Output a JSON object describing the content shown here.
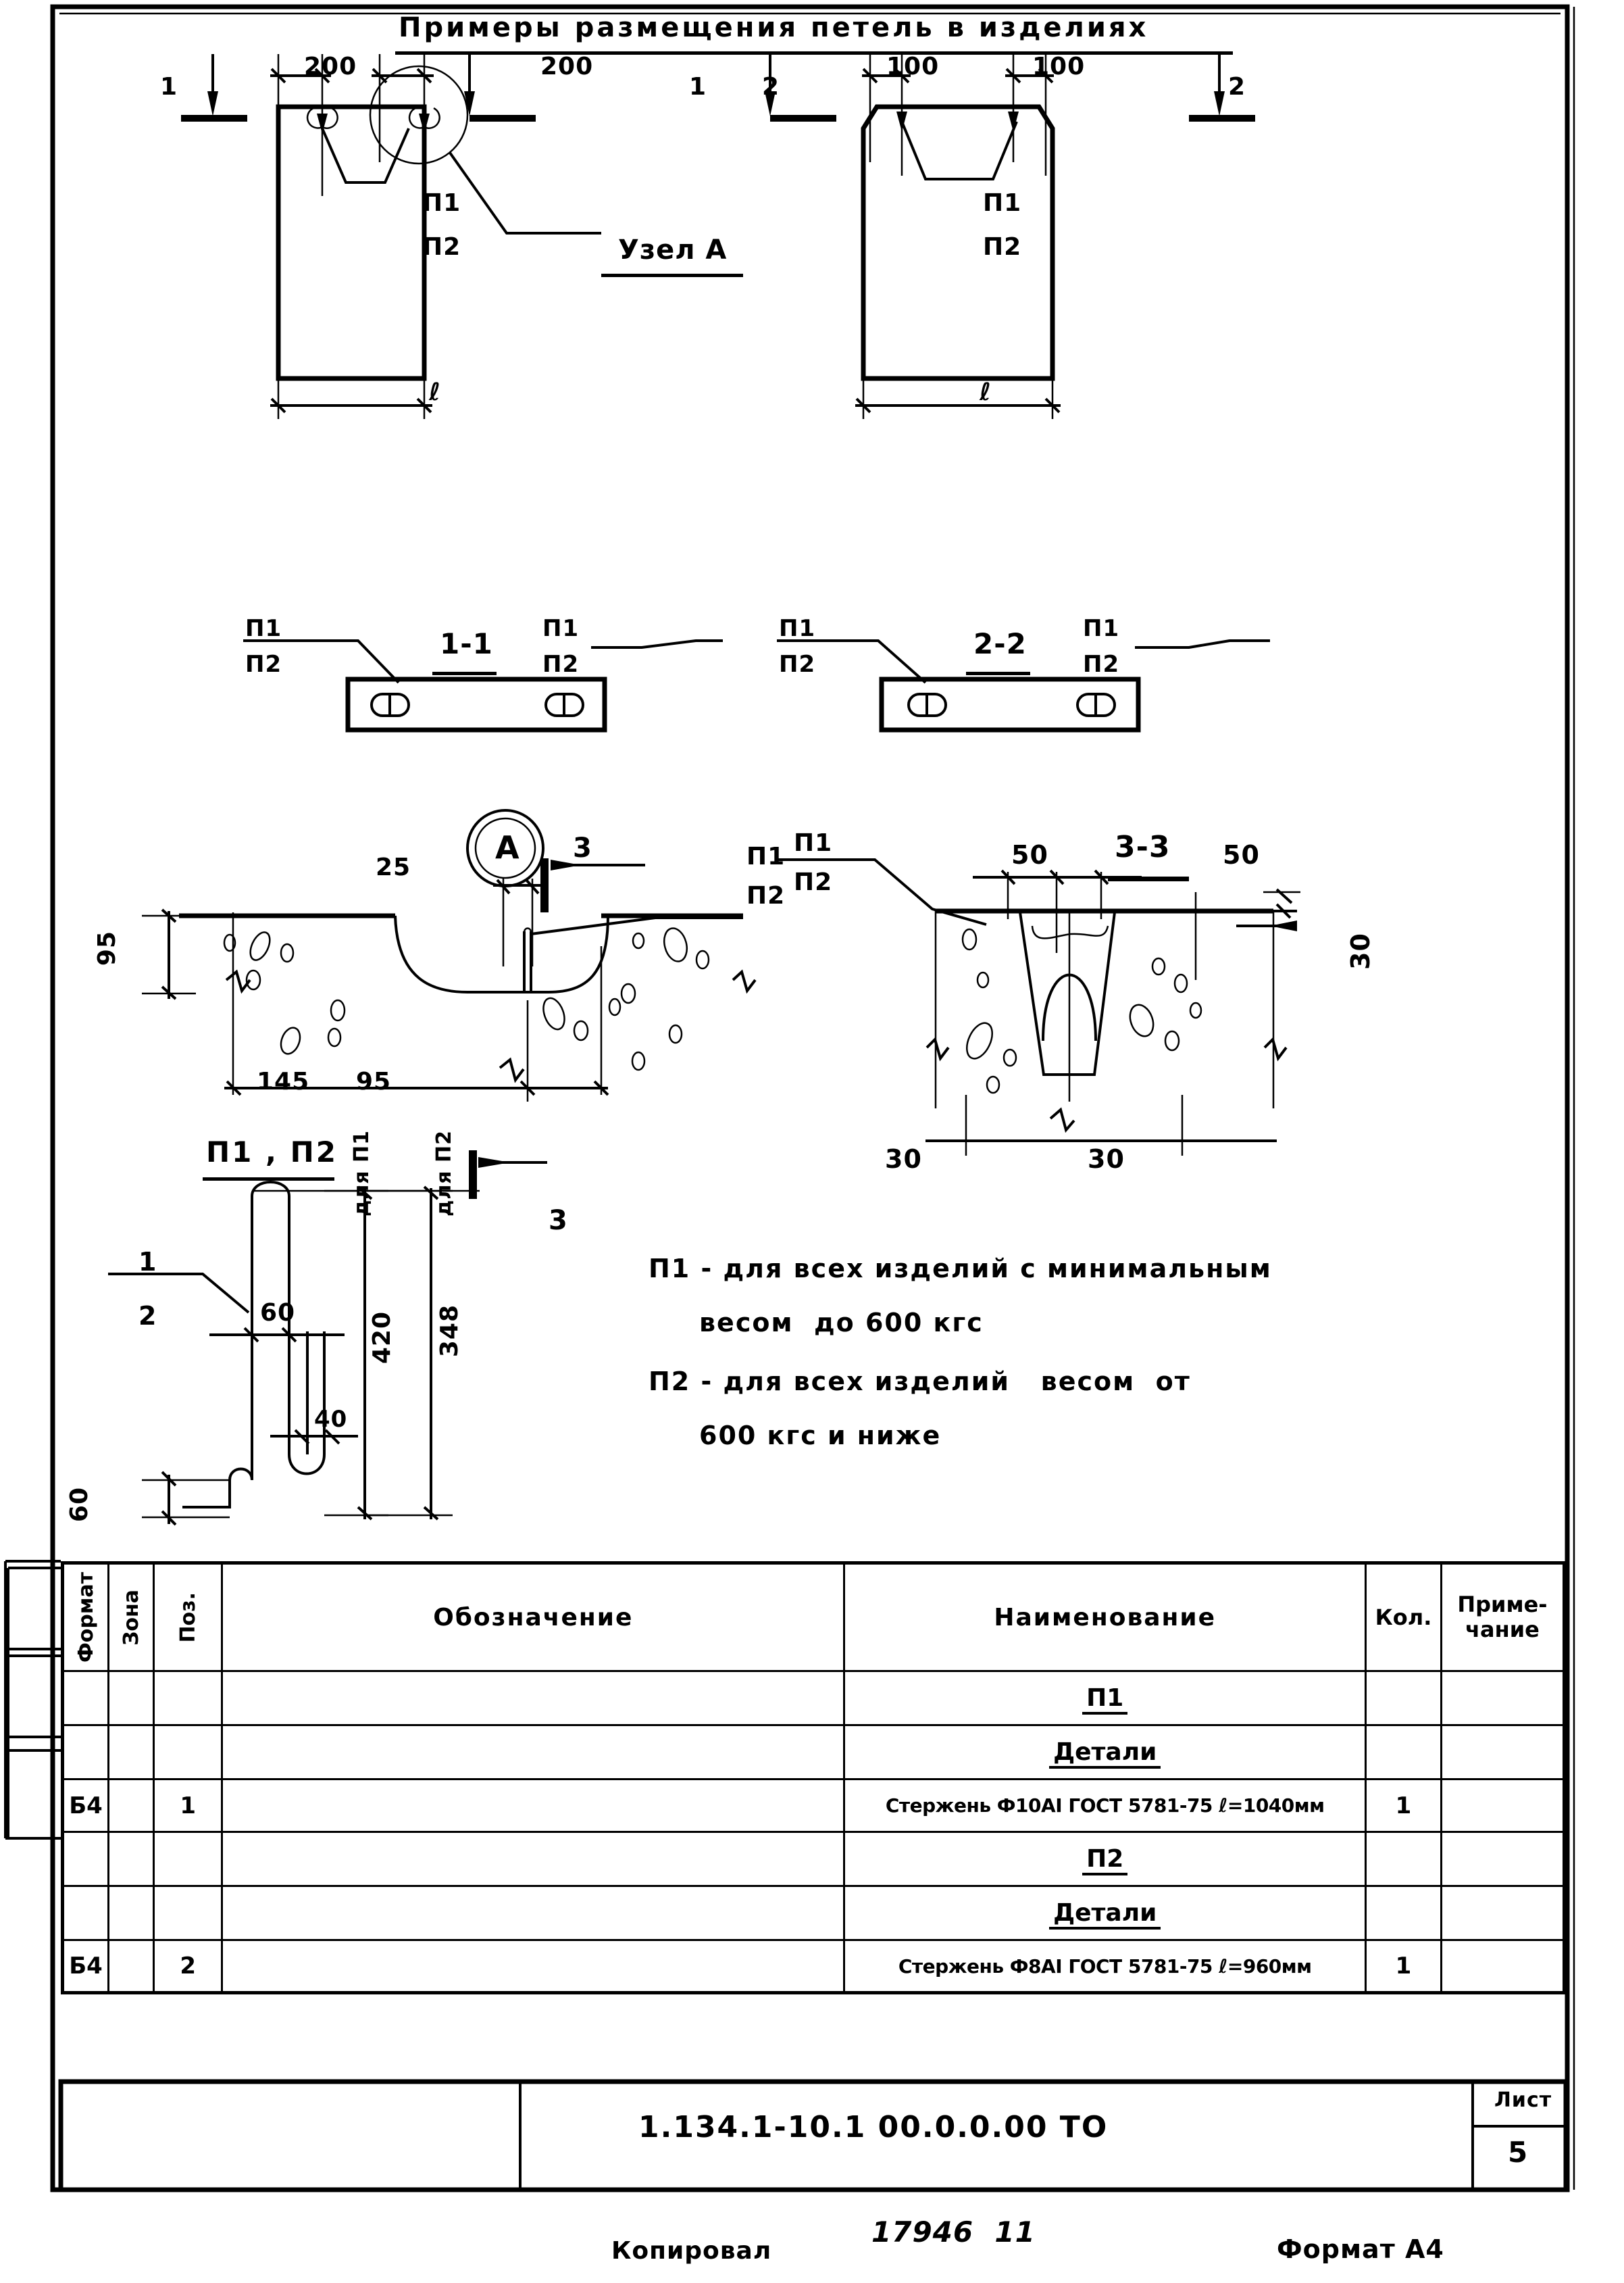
{
  "drawing": {
    "title": "Примеры размещения петель в изделиях",
    "detail_callout": "Узел А",
    "node_letter": "A"
  },
  "views": {
    "view1": {
      "section_marks": [
        "1",
        "1"
      ],
      "dims_top": [
        "200",
        "200"
      ],
      "width_label": "ℓ",
      "loop_labels": [
        "П1",
        "П2"
      ]
    },
    "view2": {
      "section_marks": [
        "2",
        "2"
      ],
      "dims_top": [
        "100",
        "100"
      ],
      "width_label": "ℓ",
      "loop_labels": [
        "П1",
        "П2"
      ]
    },
    "section_1_1": {
      "title": "1-1",
      "left_labels": [
        "П1",
        "П2"
      ],
      "right_labels": [
        "П1",
        "П2"
      ]
    },
    "section_2_2": {
      "title": "2-2",
      "left_labels": [
        "П1",
        "П2"
      ],
      "right_labels": [
        "П1",
        "П2"
      ]
    },
    "node_A": {
      "circle_letter": "A",
      "section_mark": "3",
      "dim_25": "25",
      "dim_95_vert": "95",
      "dim_145": "145",
      "dim_95": "95",
      "labels": [
        "П1",
        "П2"
      ]
    },
    "section_3_3": {
      "title": "3-3",
      "dim_left_50": "50",
      "dim_right_50": "50",
      "dim_30_vert": "30",
      "dim_30_left": "30",
      "dim_30_right": "30",
      "labels": [
        "П1",
        "П2"
      ]
    },
    "bar_detail": {
      "title": "П1 , П2",
      "pos_1": "1",
      "pos_2": "2",
      "dim_60_width": "60",
      "dim_40": "40",
      "dim_420": "420",
      "dim_348": "348",
      "dim_60_bottom": "60",
      "note_for_p1": "для П1",
      "note_for_p2": "для П2",
      "section_mark": "3"
    }
  },
  "notes": [
    "П1 - для всех изделий с минимальным",
    "весом  до 600 кгс",
    "П2 - для всех изделий   весом  от",
    "600 кгс и ниже"
  ],
  "spec_table": {
    "headers": [
      "Формат",
      "Зона",
      "Поз.",
      "Обозначение",
      "Наименование",
      "Кол.",
      "Приме-\nчание"
    ],
    "rows": [
      {
        "format": "",
        "zone": "",
        "pos": "",
        "designation": "",
        "name": "П1",
        "qty": "",
        "note": "",
        "underline": true
      },
      {
        "format": "",
        "zone": "",
        "pos": "",
        "designation": "",
        "name": "Детали",
        "qty": "",
        "note": "",
        "underline": true
      },
      {
        "format": "Б4",
        "zone": "",
        "pos": "1",
        "designation": "",
        "name": "Стержень Ф10AI ГОСТ 5781-75 ℓ=1040мм",
        "qty": "1",
        "note": "",
        "underline": false
      },
      {
        "format": "",
        "zone": "",
        "pos": "",
        "designation": "",
        "name": "П2",
        "qty": "",
        "note": "",
        "underline": true
      },
      {
        "format": "",
        "zone": "",
        "pos": "",
        "designation": "",
        "name": "Детали",
        "qty": "",
        "note": "",
        "underline": true
      },
      {
        "format": "Б4",
        "zone": "",
        "pos": "2",
        "designation": "",
        "name": "Стержень Ф8AI ГОСТ 5781-75 ℓ=960мм",
        "qty": "1",
        "note": "",
        "underline": false
      }
    ]
  },
  "title_block": {
    "drawing_number": "1.134.1-10.1 00.0.0.00 ТО",
    "sheet_label": "Лист",
    "sheet_number": "5"
  },
  "footer": {
    "copied_label": "Копировал",
    "stamp": "17946  11",
    "format_label": "Формат А4"
  }
}
